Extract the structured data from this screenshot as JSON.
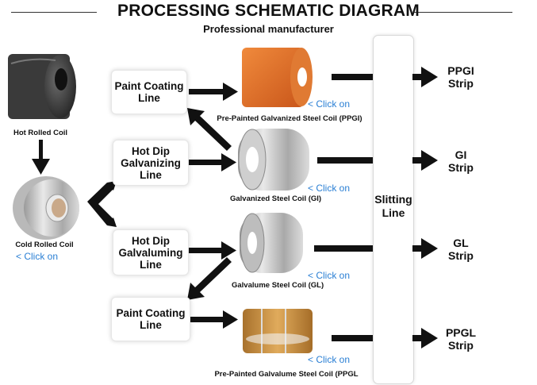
{
  "header": {
    "title": "PROCESSING SCHEMATIC DIAGRAM",
    "subtitle": "Professional manufacturer"
  },
  "coils": {
    "hot_rolled": {
      "label": "Hot Rolled Coil"
    },
    "cold_rolled": {
      "label": "Cold Rolled Coil",
      "click": "< Click on"
    },
    "ppgi": {
      "label": "Pre-Painted Galvanized Steel Coil (PPGI)",
      "click": "< Click on",
      "color": "#d9661e"
    },
    "gi": {
      "label": "Galvanized Steel Coil (GI)",
      "click": "< Click on"
    },
    "gl": {
      "label": "Galvalume Steel Coil (GL)",
      "click": "< Click on"
    },
    "ppgl": {
      "label": "Pre-Painted Galvalume Steel Coil (PPGL",
      "click": "< Click on",
      "color": "#c98a35"
    }
  },
  "lines": {
    "paint1": "Paint Coating\nLine",
    "hot_dip_galvanizing": "Hot Dip\nGalvanizing\nLine",
    "hot_dip_galvaluming": "Hot Dip\nGalvaluming\nLine",
    "paint2": "Paint Coating\nLine",
    "slitting": "Slitting\nLine"
  },
  "outputs": {
    "ppgi": "PPGI\nStrip",
    "gi": "GI\nStrip",
    "gl": "GL\nStrip",
    "ppgl": "PPGL\nStrip"
  },
  "colors": {
    "arrow": "#111111",
    "link": "#2a7fd4"
  }
}
